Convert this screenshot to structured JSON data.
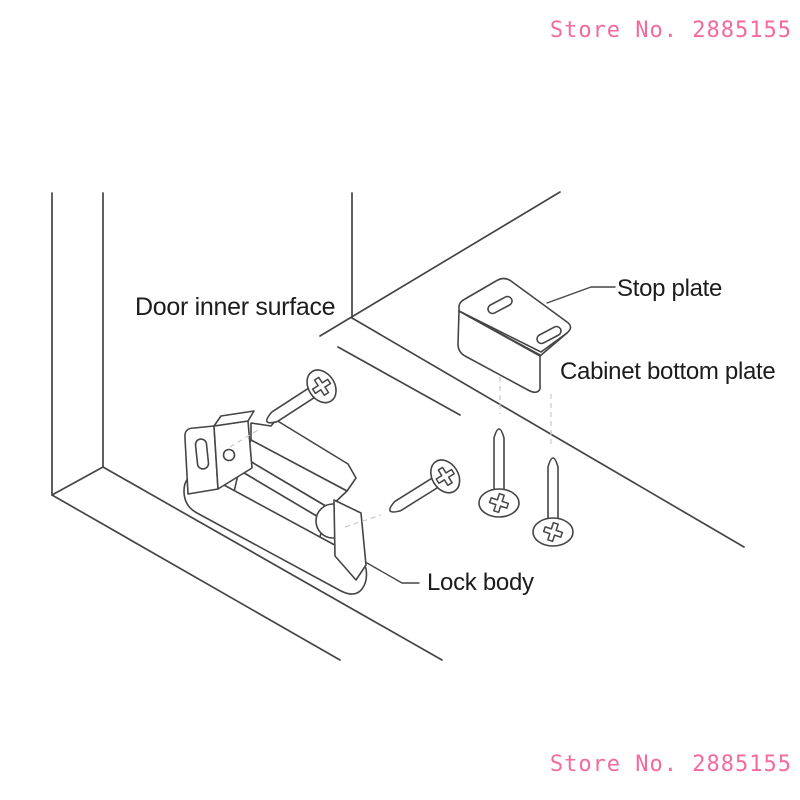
{
  "page": {
    "background": "#ffffff"
  },
  "watermark": {
    "text": "Store No. 2885155",
    "color": "#f46a9f",
    "positions": [
      "top-right",
      "bottom-right"
    ]
  },
  "diagram": {
    "type": "installation-instruction-drawing",
    "line_color": "#454545",
    "dashed_guide_color": "#c9c9c9",
    "labels": {
      "door_inner_surface": "Door inner surface",
      "stop_plate": "Stop plate",
      "cabinet_bottom_plate": "Cabinet bottom plate",
      "lock_body": "Lock body"
    },
    "parts": [
      {
        "name": "Door inner surface"
      },
      {
        "name": "Stop plate"
      },
      {
        "name": "Cabinet bottom plate"
      },
      {
        "name": "Lock body"
      },
      {
        "name": "screw",
        "count": 4
      }
    ]
  }
}
